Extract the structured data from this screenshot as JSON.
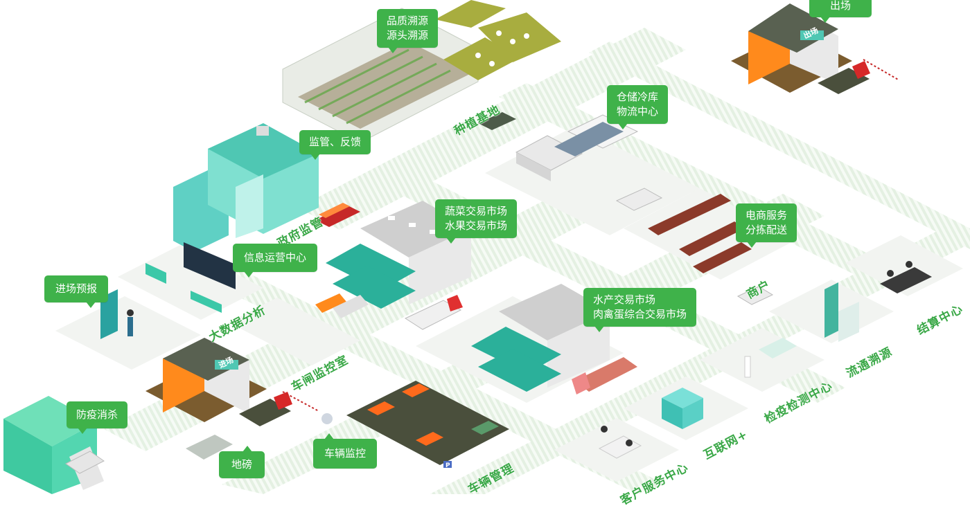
{
  "callouts": {
    "quality_trace": [
      "品质溯源",
      "源头溯源"
    ],
    "exit": "出场",
    "storage": [
      "仓储冷库",
      "物流中心"
    ],
    "supervision": "监管、反馈",
    "veg_market": [
      "蔬菜交易市场",
      "水果交易市场"
    ],
    "ecommerce": [
      "电商服务",
      "分拣配送"
    ],
    "info_center": "信息运营中心",
    "pre_report": "进场预报",
    "aquatic_market": [
      "水产交易市场",
      "肉禽蛋综合交易市场"
    ],
    "disinfect": "防疫消杀",
    "weighbridge": "地磅",
    "vehicle_monitor": "车辆监控"
  },
  "zones": {
    "planting": "种植基地",
    "government": "政府监管",
    "bigdata": "大数据分析",
    "gate_monitor": "车闸监控室",
    "merchant": "商户",
    "settlement": "结算中心",
    "circulation": "流通溯源",
    "inspection": "检疫检测中心",
    "internet": "互联网+",
    "customer_service": "客户服务中心",
    "vehicle_mgmt": "车辆管理"
  },
  "signs": {
    "entry": "进场",
    "exit": "出场",
    "parking": "P"
  },
  "colors": {
    "green": "#3fb24a",
    "teal": "#4fd0b0",
    "orange": "#ff8a1c",
    "grid": "#e4f1e2"
  }
}
